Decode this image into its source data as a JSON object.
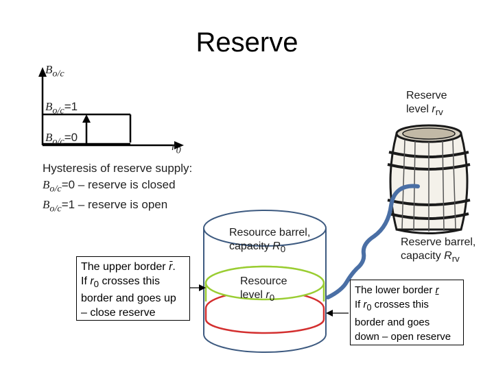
{
  "title": "Reserve",
  "hysteresis_plot": {
    "y_axis_label": "B",
    "y_axis_label_sub": "o/c",
    "level_one_label": "B",
    "level_one_sub": "o/c",
    "level_one_value": "=1",
    "level_zero_label": "B",
    "level_zero_sub": "o/c",
    "level_zero_value": "=0",
    "x_axis_label": "r",
    "x_axis_sub": "0"
  },
  "hysteresis_text": {
    "line1": "Hysteresis of reserve supply:",
    "line2_sym": "B",
    "line2_sub": "o/c",
    "line2_rest": "=0 – reserve is closed",
    "line3_sym": "B",
    "line3_sub": "o/c",
    "line3_rest": "=1 – reserve is open"
  },
  "reserve_level": {
    "line1": "Reserve",
    "line2_prefix": "level ",
    "line2_sym": "r",
    "line2_sub": "rv"
  },
  "resource_barrel": {
    "line1": "Resource barrel,",
    "line2_prefix": "capacity ",
    "line2_sym": "R",
    "line2_sub": "0"
  },
  "resource_level": {
    "line1": "Resource",
    "line2_prefix": "level ",
    "line2_sym": "r",
    "line2_sub": "0"
  },
  "reserve_barrel": {
    "line1": "Reserve barrel,",
    "line2_prefix": "capacity ",
    "line2_sym": "R",
    "line2_sub": "rv"
  },
  "upper_border_box": {
    "line1_prefix": "The upper border ",
    "line1_sym": "r̄",
    "line1_suffix": ".",
    "line2_prefix": "If ",
    "line2_sym": "r",
    "line2_sub": "0",
    "line2_suffix": " crosses this",
    "line3": "border and goes up",
    "line4": "– close reserve"
  },
  "lower_border_box": {
    "line1_prefix": "The lower border ",
    "line1_sym": "r",
    "line2_prefix": "If ",
    "line2_sym": "r",
    "line2_sub": "0",
    "line2_suffix": " crosses this",
    "line3": "border and goes",
    "line4": "down – open reserve"
  },
  "colors": {
    "barrel_outline": "#3d5a80",
    "upper_border_line": "#9acd32",
    "lower_border_line": "#d32f2f",
    "pipe": "#4a6fa5",
    "axis": "#000000"
  }
}
